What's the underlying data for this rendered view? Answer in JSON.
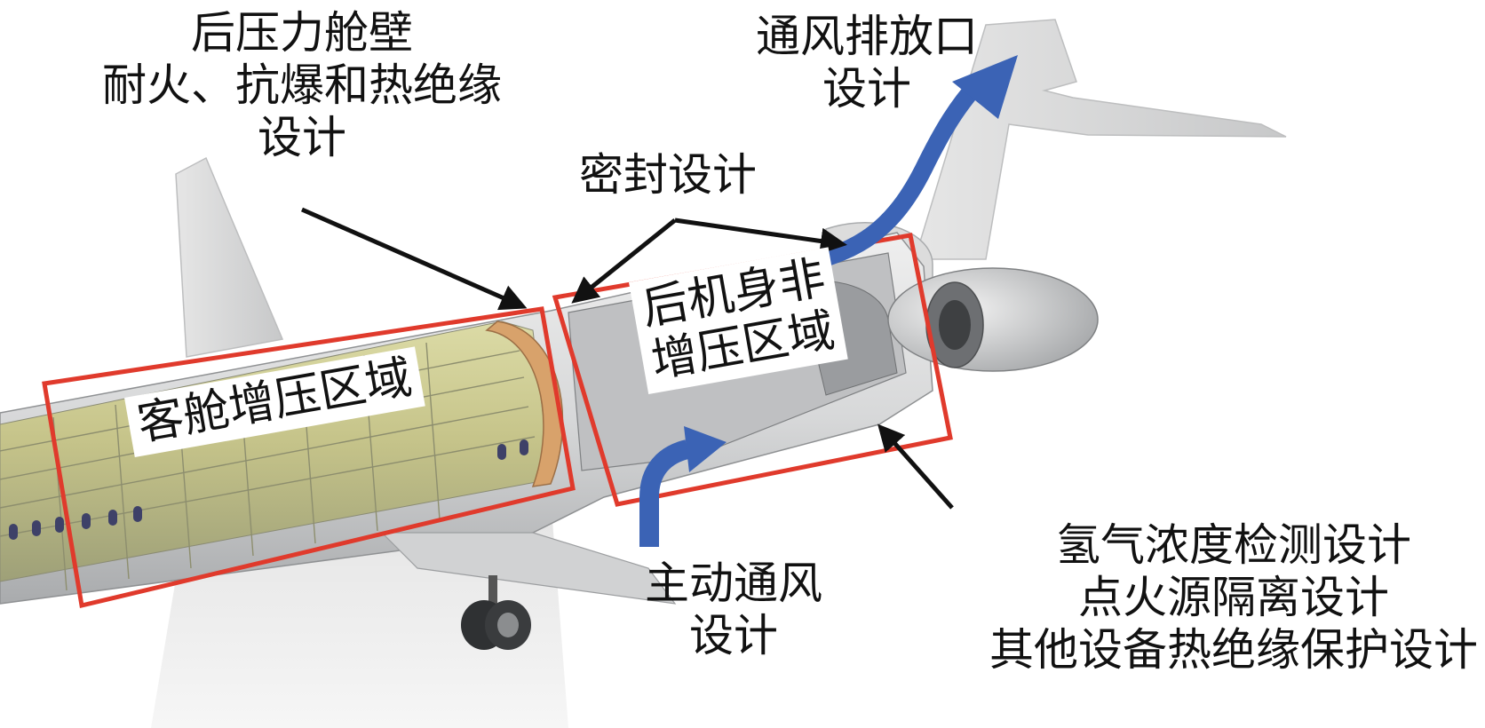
{
  "labels": {
    "rear_bulkhead": {
      "line1": "后压力舱壁",
      "line2": "耐火、抗爆和热绝缘",
      "line3": "设计"
    },
    "vent_outlet": {
      "line1": "通风排放口",
      "line2": "设计"
    },
    "sealing": {
      "line1": "密封设计"
    },
    "active_ventilation": {
      "line1": "主动通风",
      "line2": "设计"
    },
    "safety_designs": {
      "line1": "氢气浓度检测设计",
      "line2": "点火源隔离设计",
      "line3": "其他设备热绝缘保护设计"
    }
  },
  "zones": {
    "cabin": "客舱增压区域",
    "rear_fuselage": {
      "line1": "后机身非",
      "line2": "增压区域"
    }
  },
  "colors": {
    "zone_outline": "#e03a2c",
    "airflow_arrow": "#3b63b5",
    "pointer_arrow": "#111111",
    "aircraft_body": "#d9dadb",
    "cabin_interior": "#c8c78e"
  }
}
